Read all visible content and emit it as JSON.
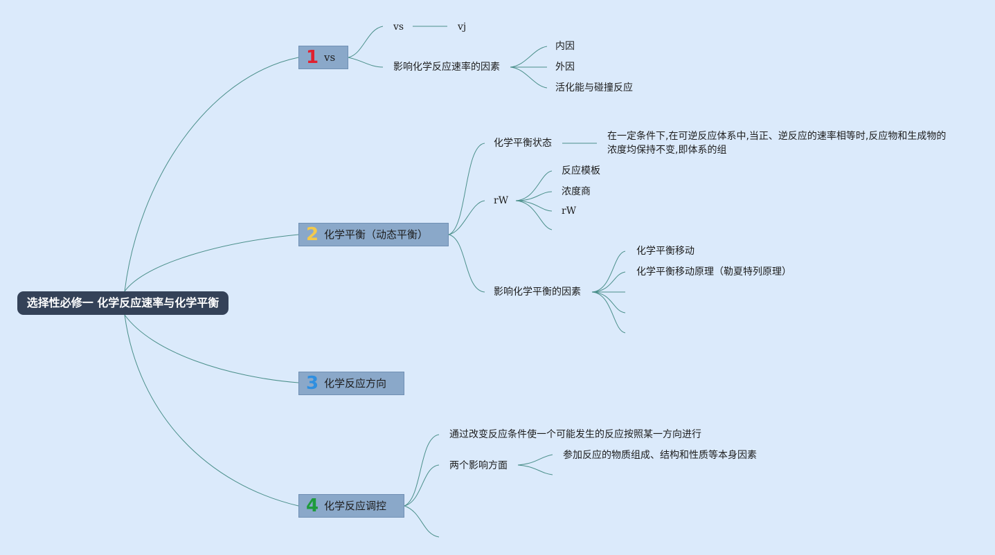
{
  "root": {
    "title": "选择性必修一 化学反应速率与化学平衡"
  },
  "topics": [
    {
      "number": "1",
      "label": "vs",
      "children": [
        {
          "label": "vs",
          "sub_label": "vj"
        },
        {
          "label": "影响化学反应速率的因素",
          "children": [
            "内因",
            "外因",
            "活化能与碰撞反应"
          ]
        }
      ]
    },
    {
      "number": "2",
      "label": "化学平衡（动态平衡）",
      "children": [
        {
          "label": "化学平衡状态",
          "detail": "在一定条件下,在可逆反应体系中,当正、逆反应的速率相等时,反应物和生成物的浓度均保持不变,即体系的组"
        },
        {
          "label": "rW",
          "children": [
            "反应模板",
            "浓度商",
            "rW",
            ""
          ]
        },
        {
          "label": "影响化学平衡的因素",
          "children": [
            "化学平衡移动",
            "化学平衡移动原理（勒夏特列原理）",
            "",
            "",
            ""
          ]
        }
      ]
    },
    {
      "number": "3",
      "label": "化学反应方向",
      "children": []
    },
    {
      "number": "4",
      "label": "化学反应调控",
      "children": [
        {
          "label": "通过改变反应条件使一个可能发生的反应按照某一方向进行"
        },
        {
          "label": "两个影响方面",
          "children": [
            "参加反应的物质组成、结构和性质等本身因素",
            ""
          ]
        },
        {
          "label": ""
        }
      ]
    }
  ],
  "colors": {
    "background": "#dbeafb",
    "root_fill": "#344258",
    "topic_fill": "#8aa8c9",
    "connector": "#4a8f8a",
    "number_1": "#e0202f",
    "number_2": "#f2c94c",
    "number_3": "#2f8fe0",
    "number_4": "#1e9b3b"
  }
}
